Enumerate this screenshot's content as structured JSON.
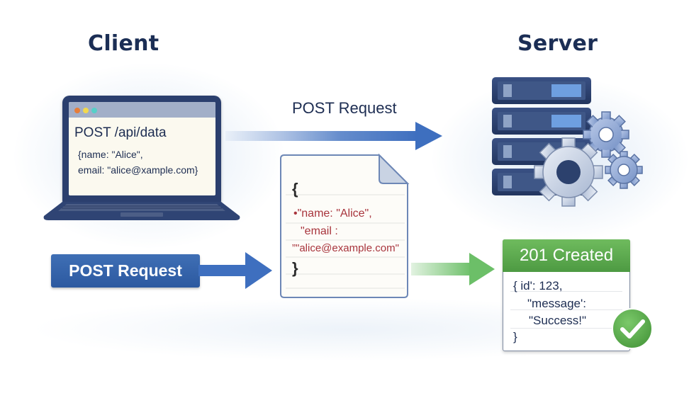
{
  "headings": {
    "client": "Client",
    "server": "Server"
  },
  "client_laptop": {
    "window_dots": [
      "#e67e3a",
      "#f2d94e",
      "#56d0c8"
    ],
    "request_line": "POST /api/data",
    "body_lines": [
      "{name: \"Alice\",",
      "email: \"alice@xample.com}"
    ]
  },
  "top_arrow": {
    "label": "POST Request",
    "color": "#3e6fbf"
  },
  "bottom_request": {
    "label": "POST Request",
    "color": "#3e6fbf"
  },
  "payload_document": {
    "open_brace": "{",
    "lines": [
      "•\"name: \"Alice\",",
      "\"email :",
      "”\"alice@example.com\""
    ],
    "close_brace": "}",
    "text_color": "#a8343c"
  },
  "response_arrow": {
    "color": "#6cbf68"
  },
  "server_icon": {
    "description": "server-rack-with-gears"
  },
  "response_card": {
    "status": "201 Created",
    "status_color": "#5aa94c",
    "lines": [
      "{  id': 123,",
      "\"message':",
      "\"Success!\"",
      "}"
    ]
  },
  "success_icon": {
    "name": "checkmark",
    "color": "#5aa94c"
  }
}
